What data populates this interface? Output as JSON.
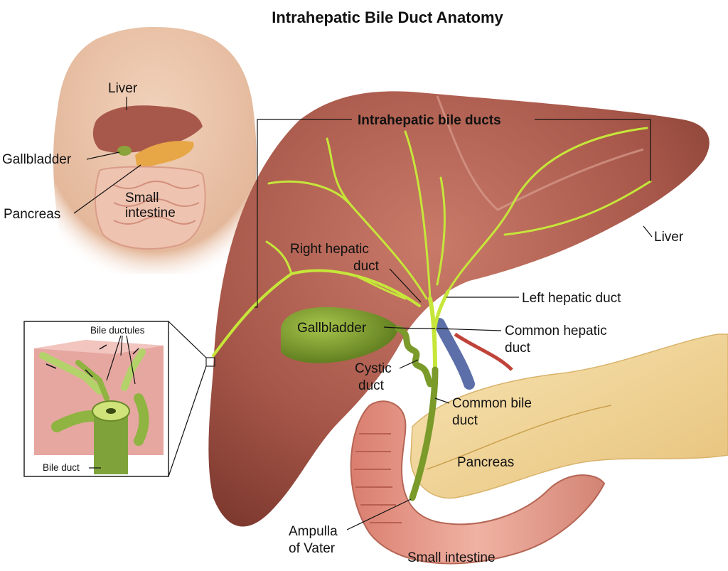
{
  "title": "Intrahepatic Bile Duct Anatomy",
  "labels": {
    "intrahepatic_ducts": "Intrahepatic bile ducts",
    "liver": "Liver",
    "right_hepatic_l1": "Right hepatic",
    "right_hepatic_l2": "duct",
    "left_hepatic": "Left hepatic duct",
    "gallbladder": "Gallbladder",
    "common_hepatic_l1": "Common hepatic",
    "common_hepatic_l2": "duct",
    "cystic_l1": "Cystic",
    "cystic_l2": "duct",
    "common_bile_l1": "Common bile",
    "common_bile_l2": "duct",
    "pancreas": "Pancreas",
    "ampulla_l1": "Ampulla",
    "ampulla_l2": "of Vater",
    "small_intestine": "Small intestine"
  },
  "body_inset": {
    "liver": "Liver",
    "gallbladder": "Gallbladder",
    "pancreas": "Pancreas",
    "small_intestine_l1": "Small",
    "small_intestine_l2": "intestine"
  },
  "micro_inset": {
    "bile_ductules": "Bile ductules",
    "bile_duct": "Bile duct"
  },
  "colors": {
    "liver": "#a8584a",
    "liver_dark": "#7f3a30",
    "duct": "#c6e63a",
    "gallbladder": "#7a9a2a",
    "pancreas": "#f2d79a",
    "intestine": "#e39a8a",
    "skin": "#e9c3a8"
  }
}
